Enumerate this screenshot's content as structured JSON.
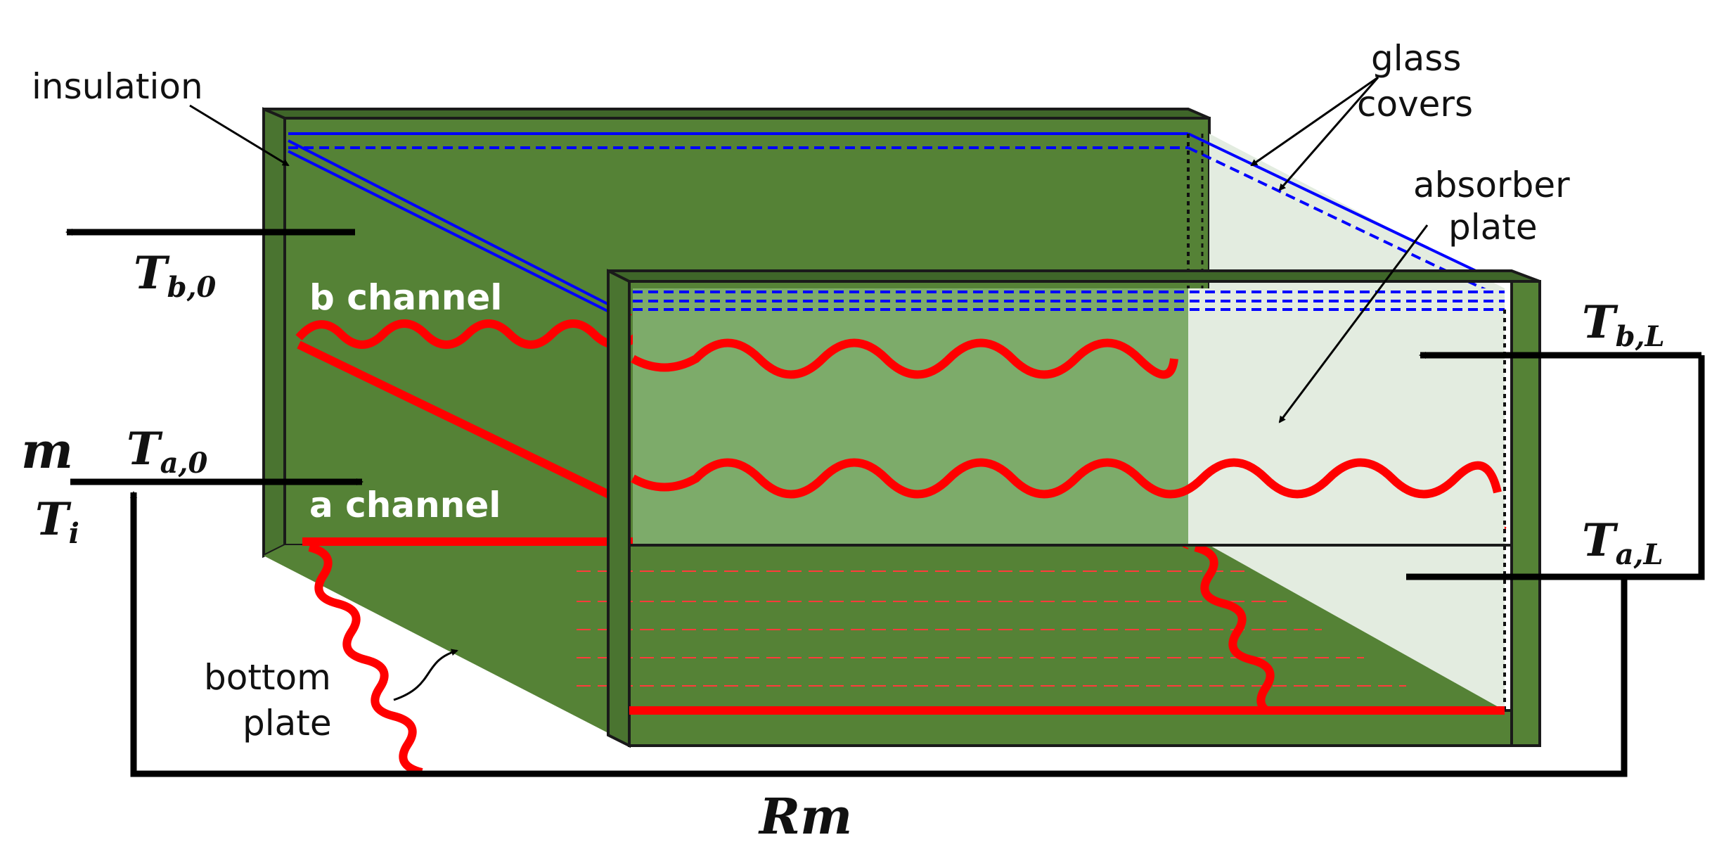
{
  "colors": {
    "insulation_green": "#558236",
    "insulation_green_light": "#7dab6a",
    "pale_panel": "#e3ece0",
    "absorber_red": "#ff0000",
    "glass_blue": "#0000ff",
    "outline": "#1a1a1a"
  },
  "labels": {
    "insulation": "insulation",
    "glass_covers_line1": "glass",
    "glass_covers_line2": "covers",
    "absorber_plate_line1": "absorber",
    "absorber_plate_line2": "plate",
    "b_channel": "b channel",
    "a_channel": "a channel",
    "bottom_plate_line1": "bottom",
    "bottom_plate_line2": "plate"
  },
  "symbols": {
    "T_b0_main": "T",
    "T_b0_sub": "b,0",
    "T_a0_main": "T",
    "T_a0_sub": "a,0",
    "T_bL_main": "T",
    "T_bL_sub": "b,L",
    "T_aL_main": "T",
    "T_aL_sub": "a,L",
    "m_dot": "m",
    "T_i_main": "T",
    "T_i_sub": "i",
    "Rm": "Rm"
  }
}
